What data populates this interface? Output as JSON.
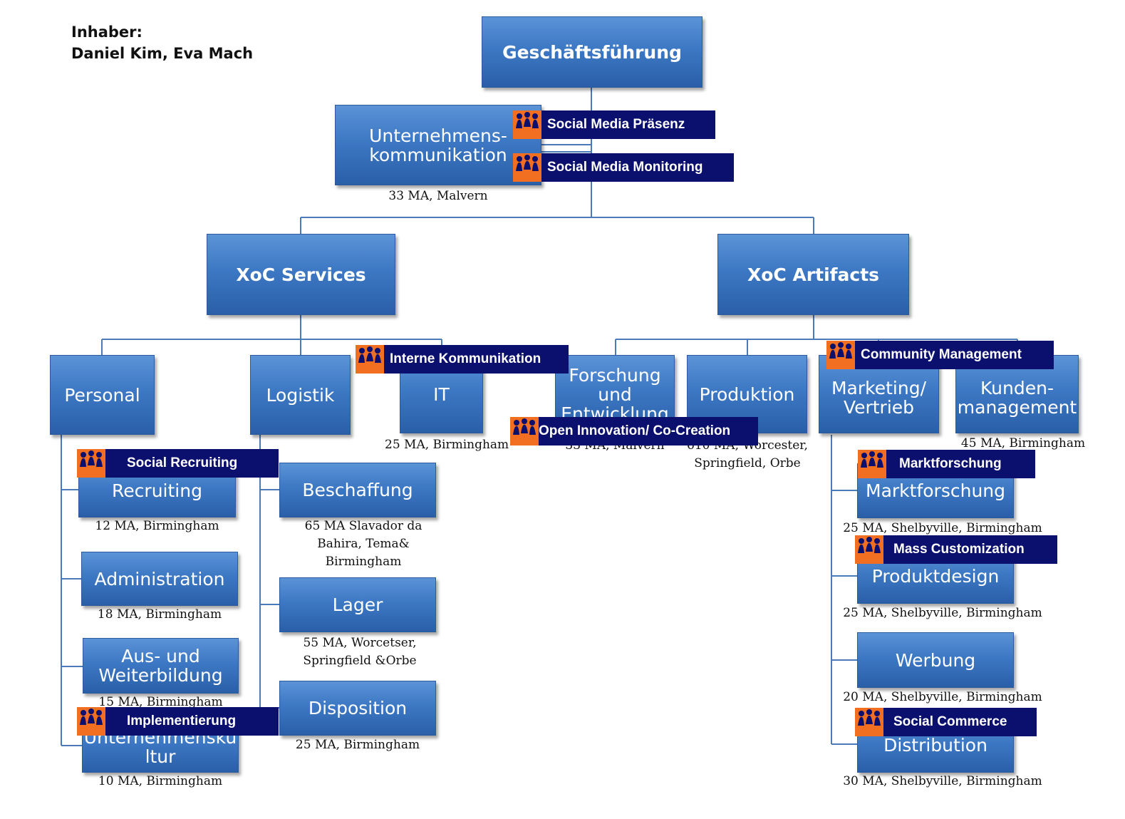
{
  "owner": {
    "label": "Inhaber:",
    "names": "Daniel Kim, Eva Mach"
  },
  "units": {
    "gf": "Geschäftsführung",
    "uk": "Unternehmens-\nkommunikation",
    "uk_cap": "33 MA, Malvern",
    "services": "XoC Services",
    "artifacts": "XoC Artifacts",
    "personal": "Personal",
    "logistik": "Logistik",
    "it": "IT",
    "it_cap": "25 MA, Birmingham",
    "fe": "Forschung\nund\nEntwicklung",
    "fe_cap": "33 MA,  Malvern",
    "produktion": "Produktion",
    "produktion_cap": "610 MA,  Worcester,\nSpringfield, Orbe",
    "marketing": "Marketing/\nVertrieb",
    "kunden": "Kunden-\nmanagement",
    "kunden_cap": "45 MA, Birmingham",
    "recruiting": "Recruiting",
    "recruiting_cap": "12 MA, Birmingham",
    "administration": "Administration",
    "administration_cap": "18 MA, Birmingham",
    "aus": "Aus- und\nWeiterbildung",
    "aus_cap": "15 MA, Birmingham",
    "kultur": "Unternehmensku\nltur",
    "kultur_cap": "10 MA, Birmingham",
    "beschaffung": "Beschaffung",
    "beschaffung_cap": "65 MA Slavador da\nBahira, Tema&\nBirmingham",
    "lager": "Lager",
    "lager_cap": "55 MA, Worcetser,\nSpringfield &Orbe",
    "disposition": "Disposition",
    "disposition_cap": "25 MA, Birmingham",
    "marktforschung": "Marktforschung",
    "marktforschung_cap": "25 MA,  Shelbyville, Birmingham",
    "produktdesign": "Produktdesign",
    "produktdesign_cap": "25 MA,  Shelbyville, Birmingham",
    "werbung": "Werbung",
    "werbung_cap": "20 MA,  Shelbyville, Birmingham",
    "distribution": "Distribution",
    "distribution_cap": "30 MA,  Shelbyville, Birmingham"
  },
  "tags": {
    "smp": "Social Media Präsenz",
    "smm": "Social Media Monitoring",
    "ik": "Interne Kommunikation",
    "cm": "Community Management",
    "oi": "Open Innovation/ Co-Creation",
    "sr": "Social Recruiting",
    "mf": "Marktforschung",
    "mc": "Mass Customization",
    "impl": "Implementierung",
    "sc": "Social Commerce"
  },
  "colors": {
    "box": "#3d78c4",
    "line": "#4a7ab8",
    "tag_bg": "#0b0f6e",
    "icon": "#f26f21"
  }
}
